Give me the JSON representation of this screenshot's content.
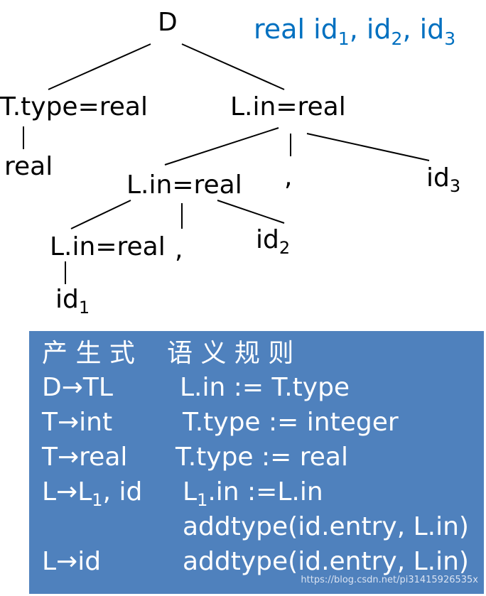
{
  "heading": {
    "text": "real id",
    "s1": "1",
    "sep1": ", id",
    "s2": "2",
    "sep2": ", id",
    "s3": "3"
  },
  "tree": {
    "root": "D",
    "t_type": "T.type=real",
    "real_leaf": "real",
    "l_in_top": "L.in=real",
    "l_in_mid": "L.in=real",
    "comma_top": ",",
    "id3_base": "id",
    "id3_sub": "3",
    "l_in_low": "L.in=real",
    "comma_mid": ",",
    "id2_base": "id",
    "id2_sub": "2",
    "id1_base": "id",
    "id1_sub": "1"
  },
  "rules": {
    "header": {
      "production": "产 生 式",
      "rule": "语 义 规 则"
    },
    "rows": [
      {
        "production": "D→TL",
        "rule": "L.in := T.type"
      },
      {
        "production": "T→int",
        "rule": "T.type := integer"
      },
      {
        "production": "T→real",
        "rule": "T.type := real"
      },
      {
        "production_pre": "L→L",
        "production_sub": "1",
        "production_post": ", id",
        "rule_pre": "L",
        "rule_sub": "1",
        "rule_post": ".in :=L.in"
      },
      {
        "production": "",
        "rule": "addtype(id.entry, L.in)"
      },
      {
        "production": "L→id",
        "rule": "addtype(id.entry, L.in)"
      }
    ]
  },
  "watermark": "https://blog.csdn.net/pi31415926535x",
  "colors": {
    "panel": "#4f81bd",
    "heading": "#0070c0",
    "text": "#000000",
    "panel_text": "#ffffff"
  }
}
